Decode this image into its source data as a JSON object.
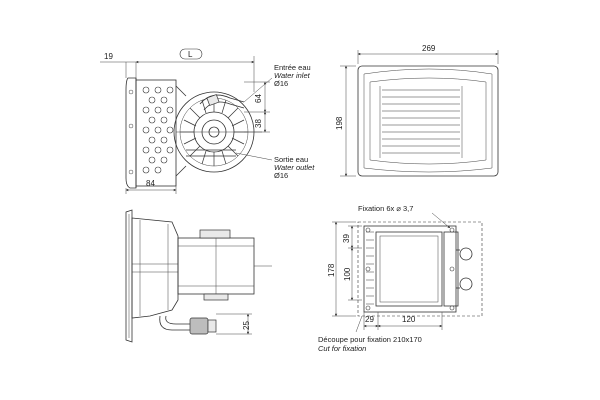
{
  "views": {
    "top_left": {
      "dim_19": "19",
      "dim_L": "L",
      "dim_64": "64",
      "dim_38": "38",
      "dim_84": "84",
      "inlet_fr": "Entrée eau",
      "inlet_en": "Water inlet",
      "inlet_dia": "Ø16",
      "outlet_fr": "Sortie eau",
      "outlet_en": "Water outlet",
      "outlet_dia": "Ø16"
    },
    "top_right": {
      "dim_269": "269",
      "dim_198": "198"
    },
    "bottom_left": {
      "dim_25": "25"
    },
    "bottom_right": {
      "fixation": "Fixation 6x ⌀ 3,7",
      "dim_39": "39",
      "dim_178": "178",
      "dim_100": "100",
      "dim_29": "29",
      "dim_120": "120",
      "cutout_fr": "Découpe pour fixation 210x170",
      "cutout_en": "Cut for fixation"
    }
  }
}
